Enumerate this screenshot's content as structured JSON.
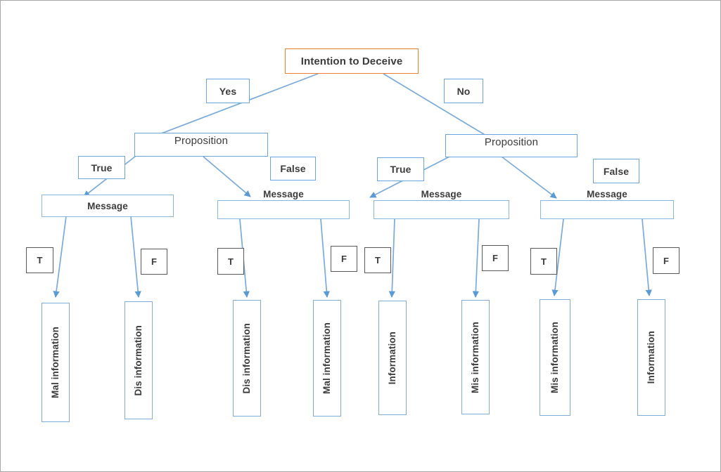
{
  "diagram": {
    "title": "Intention to Deceive",
    "type": "decision-tree",
    "colors": {
      "root_border": "#ed7d31",
      "node_border": "#6ba5dd",
      "edge": "#7aabdc",
      "tf_border": "#595959",
      "text": "#3c3c3c",
      "frame": "#a6a6a6",
      "background": "#ffffff"
    },
    "root": {
      "label": "Intention to Deceive"
    },
    "branch_labels": [
      {
        "label": "Yes"
      },
      {
        "label": "No"
      }
    ],
    "propositions": [
      {
        "label": "Proposition"
      },
      {
        "label": "Proposition"
      }
    ],
    "truth_labels": [
      {
        "label": "True"
      },
      {
        "label": "False"
      },
      {
        "label": "True"
      },
      {
        "label": "False"
      }
    ],
    "messages": [
      {
        "label": "Message"
      },
      {
        "label": "Message"
      },
      {
        "label": "Message"
      },
      {
        "label": "Message"
      }
    ],
    "tf_labels": [
      {
        "label": "T"
      },
      {
        "label": "F"
      },
      {
        "label": "T"
      },
      {
        "label": "F"
      },
      {
        "label": "T"
      },
      {
        "label": "F"
      },
      {
        "label": "T"
      },
      {
        "label": "F"
      }
    ],
    "leaves": [
      {
        "label": "Mal information"
      },
      {
        "label": "Dis information"
      },
      {
        "label": "Dis information"
      },
      {
        "label": "Mal information"
      },
      {
        "label": "Information"
      },
      {
        "label": "Mis information"
      },
      {
        "label": "Mis information"
      },
      {
        "label": "Information"
      }
    ]
  }
}
